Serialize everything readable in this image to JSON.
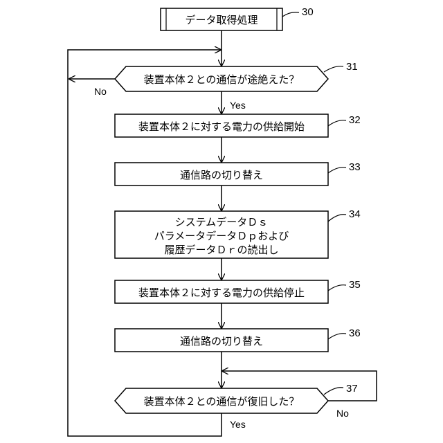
{
  "nodes": {
    "start": {
      "label": "データ取得処理",
      "ref": "30"
    },
    "decision_lost": {
      "label": "装置本体２との通信が途絶えた？",
      "ref": "31"
    },
    "power_start": {
      "label": "装置本体２に対する電力の供給開始",
      "ref": "32"
    },
    "switch1": {
      "label": "通信路の切り替え",
      "ref": "33"
    },
    "read_data": {
      "lines": [
        "システムデータＤｓ",
        "パラメータデータＤｐおよび",
        "履歴データＤｒの読出し"
      ],
      "ref": "34"
    },
    "power_stop": {
      "label": "装置本体２に対する電力の供給停止",
      "ref": "35"
    },
    "switch2": {
      "label": "通信路の切り替え",
      "ref": "36"
    },
    "decision_restore": {
      "label": "装置本体２との通信が復旧した？",
      "ref": "37"
    }
  },
  "edges": {
    "no1": "No",
    "yes1": "Yes",
    "no2": "No",
    "yes2": "Yes"
  }
}
